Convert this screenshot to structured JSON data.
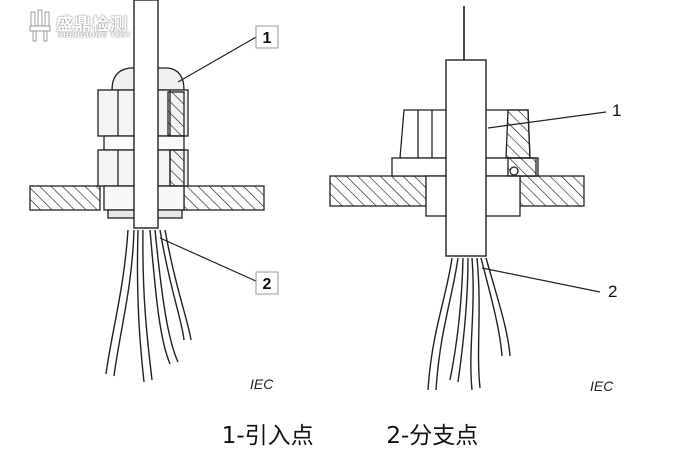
{
  "logo": {
    "name_cn": "盛鼎检测",
    "name_en": "SHENGDING TEST"
  },
  "left_figure": {
    "callouts": [
      "1",
      "2"
    ],
    "source": "IEC"
  },
  "right_figure": {
    "callouts": [
      "1",
      "2"
    ],
    "source": "IEC"
  },
  "caption": {
    "item1": "1-引入点",
    "item2": "2-分支点"
  }
}
